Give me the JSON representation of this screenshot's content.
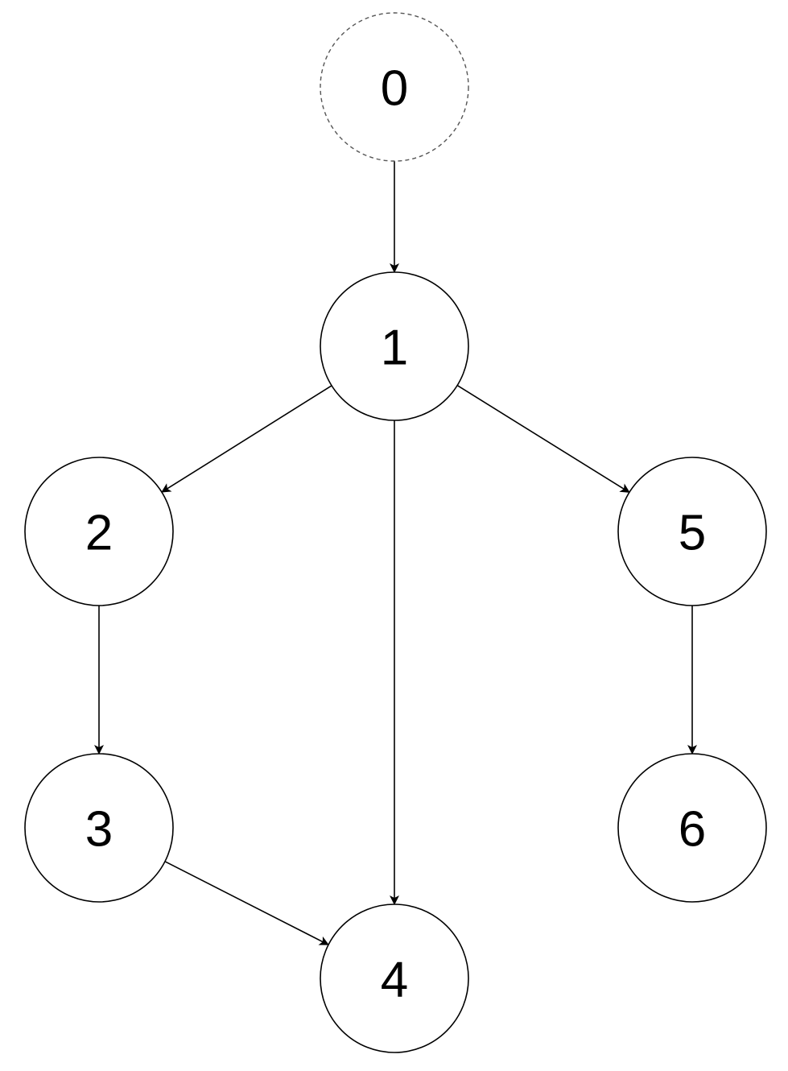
{
  "diagram": {
    "nodes": [
      {
        "id": "0",
        "label": "0",
        "style": "dashed"
      },
      {
        "id": "1",
        "label": "1",
        "style": "solid"
      },
      {
        "id": "2",
        "label": "2",
        "style": "solid"
      },
      {
        "id": "3",
        "label": "3",
        "style": "solid"
      },
      {
        "id": "4",
        "label": "4",
        "style": "solid"
      },
      {
        "id": "5",
        "label": "5",
        "style": "solid"
      },
      {
        "id": "6",
        "label": "6",
        "style": "solid"
      }
    ],
    "edges": [
      {
        "from": "0",
        "to": "1"
      },
      {
        "from": "1",
        "to": "2"
      },
      {
        "from": "1",
        "to": "4"
      },
      {
        "from": "1",
        "to": "5"
      },
      {
        "from": "2",
        "to": "3"
      },
      {
        "from": "3",
        "to": "4"
      },
      {
        "from": "5",
        "to": "6"
      }
    ],
    "colors": {
      "stroke": "#000000",
      "dashed_stroke": "#555555",
      "fill": "#ffffff"
    }
  }
}
